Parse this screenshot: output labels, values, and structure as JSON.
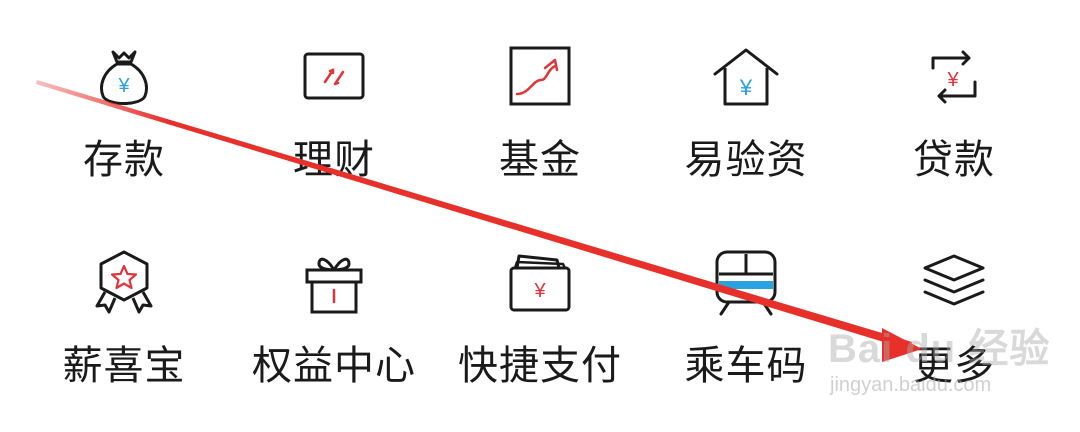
{
  "colors": {
    "outline": "#1a1a1a",
    "red_accent": "#e0353b",
    "blue_accent": "#29a3e0",
    "annotation_arrow": "#e8302a"
  },
  "row1": [
    {
      "label": "存款",
      "icon": "money-bag-yuan-icon"
    },
    {
      "label": "理财",
      "icon": "wealth-card-icon"
    },
    {
      "label": "基金",
      "icon": "fund-trend-icon"
    },
    {
      "label": "易验资",
      "icon": "house-yuan-icon"
    },
    {
      "label": "贷款",
      "icon": "loan-exchange-icon"
    }
  ],
  "row2": [
    {
      "label": "薪喜宝",
      "icon": "star-badge-icon"
    },
    {
      "label": "权益中心",
      "icon": "gift-box-icon"
    },
    {
      "label": "快捷支付",
      "icon": "wallet-yuan-icon"
    },
    {
      "label": "乘车码",
      "icon": "transit-card-icon"
    },
    {
      "label": "更多",
      "icon": "layers-icon"
    }
  ],
  "watermark": {
    "brand": "Bai du 经验",
    "sub": "jingyan.baidu.com"
  }
}
